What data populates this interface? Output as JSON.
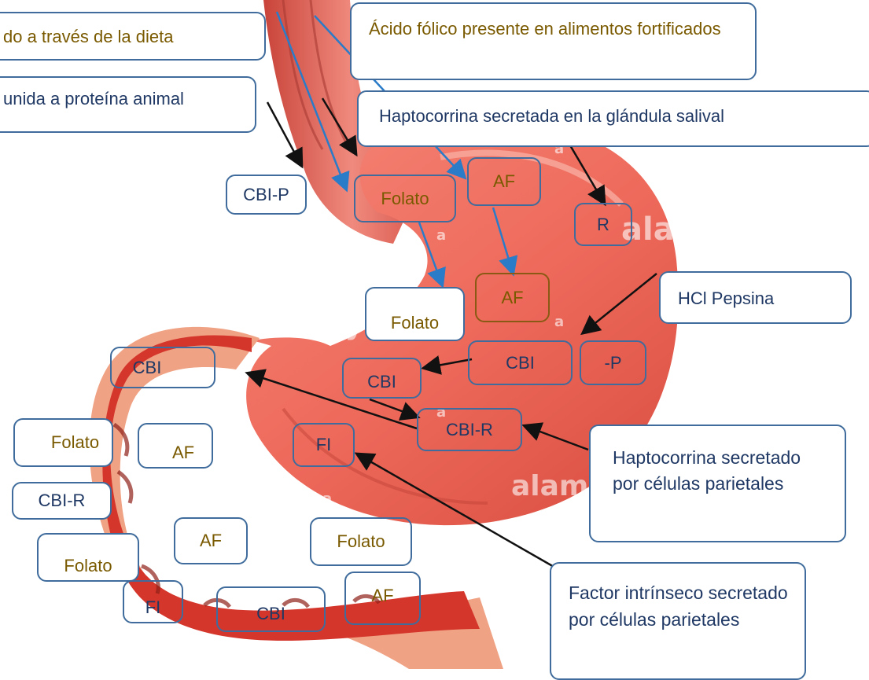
{
  "colors": {
    "stomach": "#ee6a5b",
    "stomach_dark": "#c9443a",
    "stomach_light": "#f6978b",
    "intestine": "#d5362b",
    "intestine_wall": "#f1a58a",
    "box_border": "#3f6c9c",
    "text_brown": "#7a5a00",
    "text_navy": "#1f3864",
    "arrow_blue": "#2a7bc8",
    "arrow_black": "#111111"
  },
  "watermark": "alamy",
  "callouts": {
    "dieta": "do a través de la dieta",
    "proteina": "unida a proteína animal",
    "acido_folico": "Ácido fólico presente en alimentos fortificados",
    "haptocorrina_salival": "Haptocorrina secretada en la glándula salival",
    "hcl_pepsina": "HCl Pepsina",
    "haptocorrina_parietal": "Haptocorrina secretado por células parietales",
    "factor_intrinseco": "Factor intrínseco secretado por células parietales"
  },
  "labels": {
    "cbi_p": "CBI-P",
    "folato": "Folato",
    "af": "AF",
    "r": "R",
    "cbi": "CBI",
    "p": "-P",
    "cbi_r": "CBI-R",
    "fi": "FI"
  }
}
